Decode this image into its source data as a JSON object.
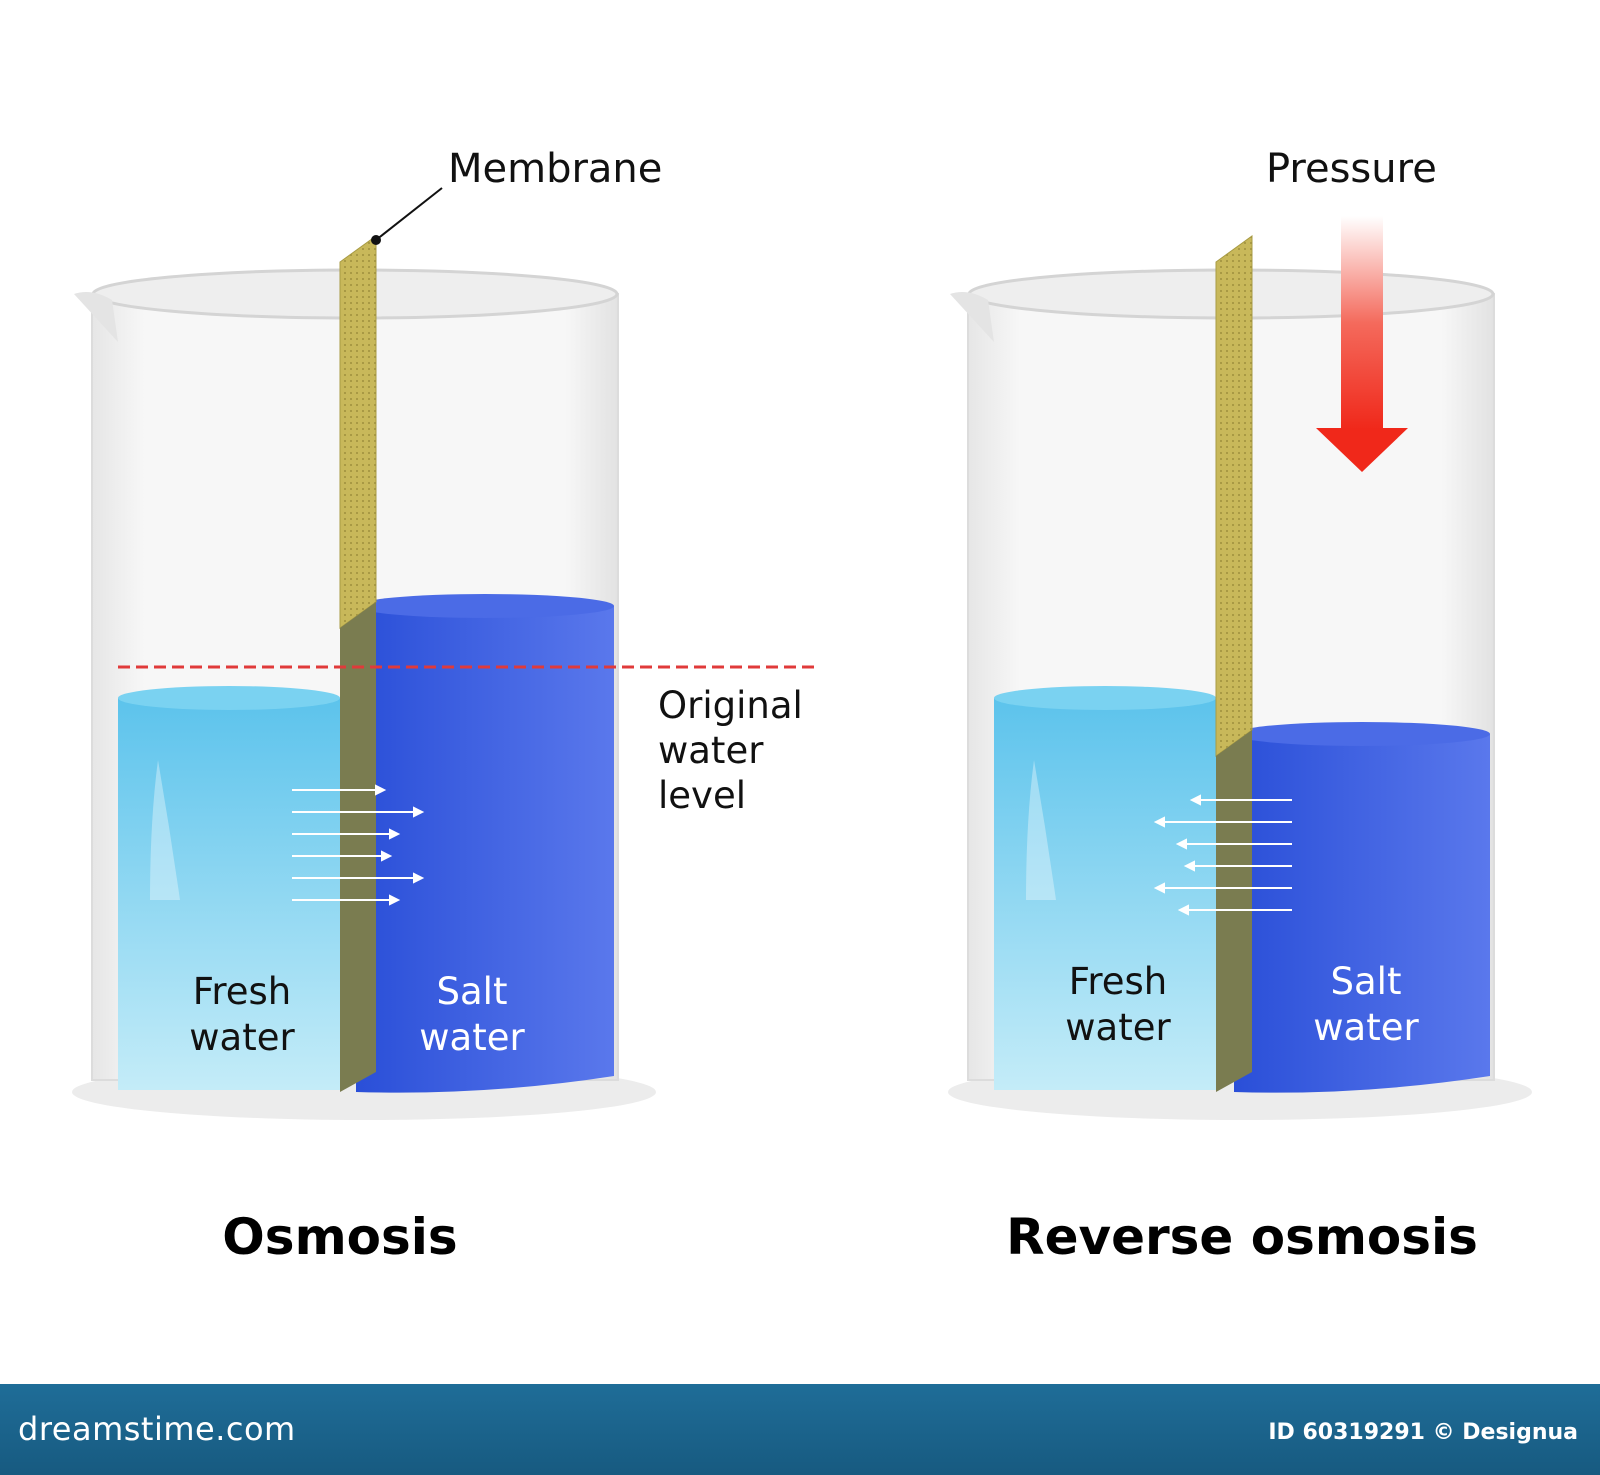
{
  "labels": {
    "membrane": "Membrane",
    "pressure": "Pressure",
    "original_line1": "Original",
    "original_line2": "water",
    "original_line3": "level",
    "fresh_line1": "Fresh",
    "fresh_line2": "water",
    "salt_line1": "Salt",
    "salt_line2": "water"
  },
  "panels": {
    "left_title": "Osmosis",
    "right_title": "Reverse osmosis"
  },
  "footer": {
    "brand": "dreamstime.com",
    "id_text": "ID 60319291 © Designua"
  },
  "colors": {
    "fresh_water": "#8fd6f2",
    "salt_water": "#3f5fe0",
    "membrane": "#c8b85a",
    "original_level_line": "#e03a3a",
    "pressure_arrow": "#f0281a",
    "footer_bg": "#1f6d98"
  },
  "icons": [
    "pressure-arrow-icon",
    "flow-arrow-icon",
    "copyright-icon"
  ]
}
